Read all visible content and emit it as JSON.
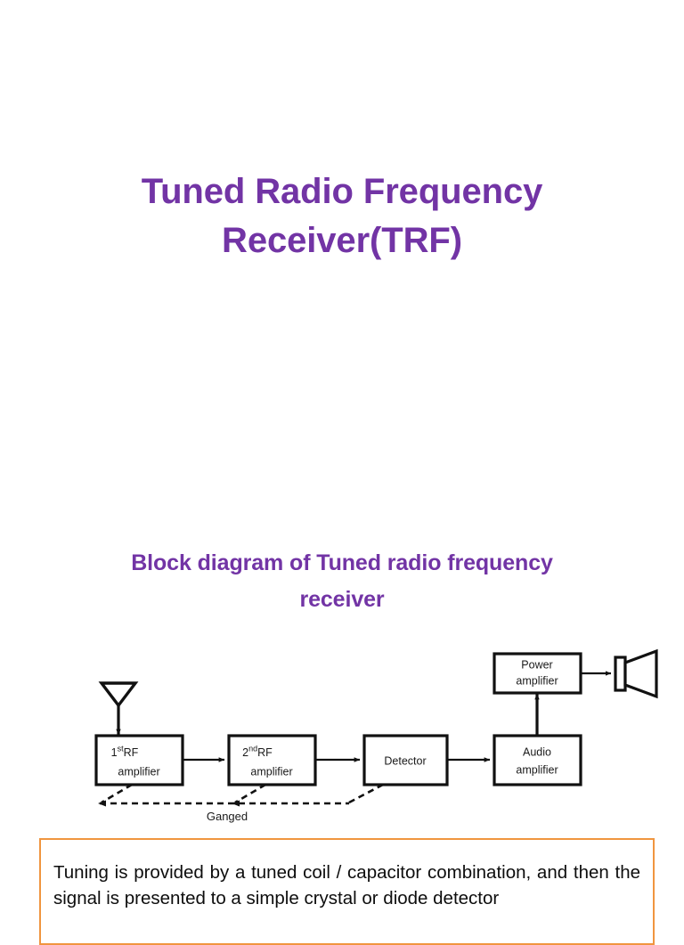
{
  "slide": {
    "background_color": "#ffffff",
    "accent_purple": "#7234A5",
    "accent_orange": "#F0953F"
  },
  "main_title": {
    "line1": "Tuned Radio Frequency",
    "line2": "Receiver(TRF)",
    "color": "#7234A5"
  },
  "section_title": {
    "line1": "Block diagram of Tuned radio frequency",
    "line2": "receiver",
    "color": "#7234A5"
  },
  "diagram": {
    "caption": "Ganged",
    "blocks": [
      {
        "id": "rf1",
        "line1_main": "RF",
        "ordinal": "1",
        "ordinal_sup": "st",
        "line2": "amplifier"
      },
      {
        "id": "rf2",
        "line1_main": "RF",
        "ordinal": "2",
        "ordinal_sup": "nd",
        "line2": "amplifier"
      },
      {
        "id": "detector",
        "line1_main": "Detector",
        "line2": ""
      },
      {
        "id": "audio",
        "line1_main": "Audio",
        "line2": "amplifier"
      },
      {
        "id": "power",
        "line1_main": "Power",
        "line2": "amplifier"
      }
    ],
    "icons": [
      "antenna-icon",
      "loudspeaker-icon"
    ]
  },
  "callout": {
    "text": "Tuning is provided by a tuned coil / capacitor combination, and then the signal is presented to a simple crystal or diode detector",
    "border_color": "#F0953F"
  }
}
